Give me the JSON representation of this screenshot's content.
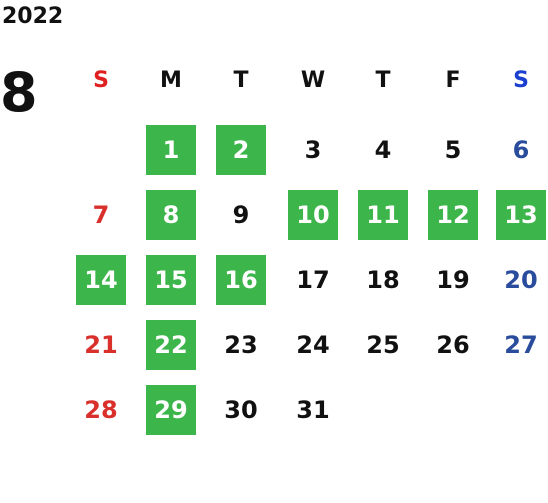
{
  "calendar": {
    "year": "2022",
    "month": "8",
    "weekdays": [
      "S",
      "M",
      "T",
      "W",
      "T",
      "F",
      "S"
    ],
    "first_weekday_index": 1,
    "days_in_month": 31,
    "highlighted_days": [
      1,
      2,
      8,
      10,
      11,
      12,
      13,
      14,
      15,
      16,
      22,
      29
    ]
  },
  "colors": {
    "highlight_bg": "#3cb54a",
    "highlight_text": "#ffffff",
    "default_text": "#111111",
    "sunday_header": "#e02020",
    "saturday_header": "#1a3fd1",
    "sunday_day": "#d9302c",
    "saturday_day": "#2a4c9c"
  }
}
